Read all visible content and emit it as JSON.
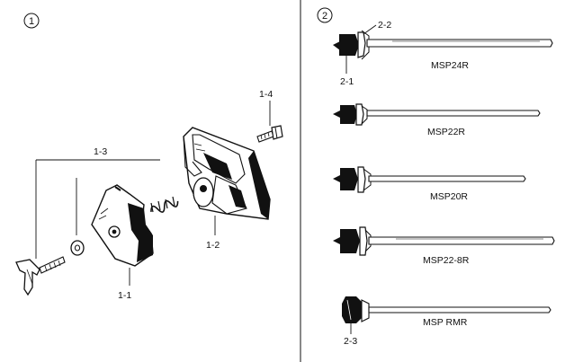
{
  "panels": {
    "left": {
      "number": "1"
    },
    "right": {
      "number": "2"
    }
  },
  "left_parts": {
    "p1_1": "1-1",
    "p1_2": "1-2",
    "p1_3": "1-3",
    "p1_4": "1-4"
  },
  "right_callouts": {
    "c2_1": "2-1",
    "c2_2": "2-2",
    "c2_3": "2-3"
  },
  "shafts": [
    {
      "model": "MSP24R"
    },
    {
      "model": "MSP22R"
    },
    {
      "model": "MSP20R"
    },
    {
      "model": "MSP22-8R"
    },
    {
      "model": "MSP RMR"
    }
  ],
  "colors": {
    "ink": "#111111",
    "background": "#ffffff"
  }
}
